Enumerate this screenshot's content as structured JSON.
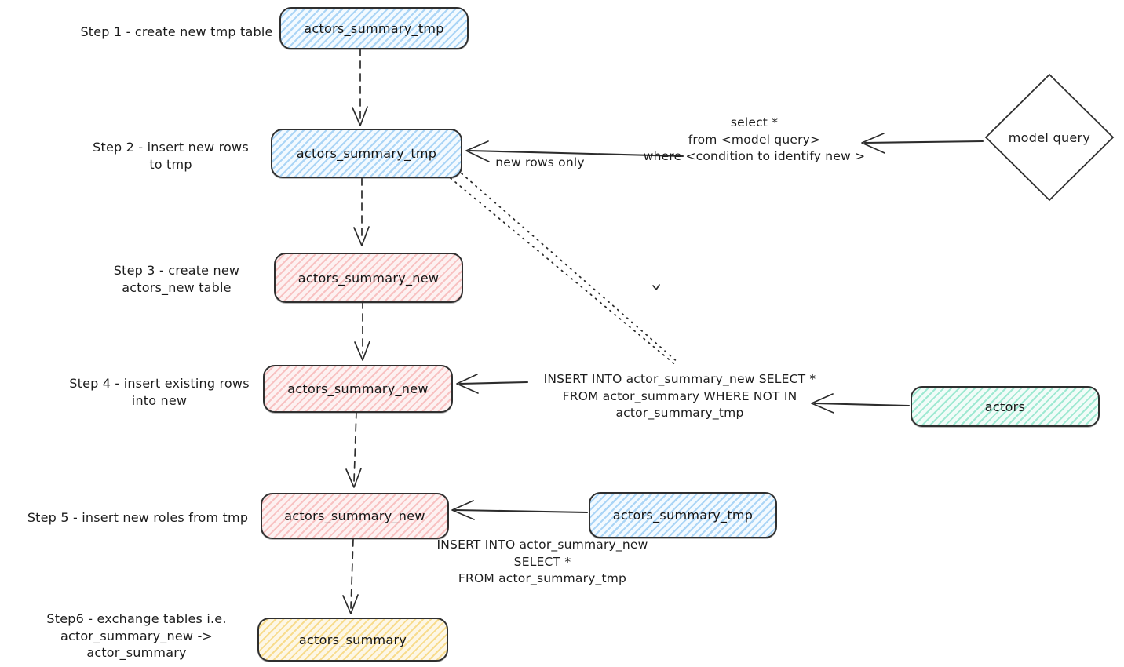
{
  "steps": [
    {
      "label": "Step 1 - create new tmp table",
      "node": "actors_summary_tmp",
      "node_color": "#a5d8ff"
    },
    {
      "label": "Step 2 - insert new rows\nto tmp",
      "node": "actors_summary_tmp",
      "node_color": "#a5d8ff"
    },
    {
      "label": "Step 3 - create new\nactors_new table",
      "node": "actors_summary_new",
      "node_color": "#ffc9c9"
    },
    {
      "label": "Step 4 - insert existing rows\ninto new",
      "node": "actors_summary_new",
      "node_color": "#ffc9c9"
    },
    {
      "label": "Step 5 - insert new roles from tmp",
      "node": "actors_summary_new",
      "node_color": "#ffc9c9"
    },
    {
      "label": "Step6 - exchange tables i.e.\nactor_summary_new -> actor_summary",
      "node": "actors_summary",
      "node_color": "#ffec99"
    }
  ],
  "side_nodes": {
    "model_query": "model query",
    "actors_source": "actors",
    "tmp_source": "actors_summary_tmp"
  },
  "annotations": {
    "new_rows_only": "new rows only",
    "select_query": "select *\nfrom <model query>\nwhere <condition to identify new >",
    "insert_existing_sql": "INSERT INTO actor_summary_new SELECT *\nFROM actor_summary WHERE NOT IN\nactor_summary_tmp",
    "insert_new_sql": "INSERT INTO actor_summary_new\nSELECT *\nFROM actor_summary_tmp"
  },
  "colors": {
    "stroke": "#2c2c2c",
    "blue_fill": "#a5d8ff",
    "red_fill": "#ffc9c9",
    "green_fill": "#96f2d7",
    "yellow_fill": "#ffec99",
    "background": "#ffffff"
  }
}
